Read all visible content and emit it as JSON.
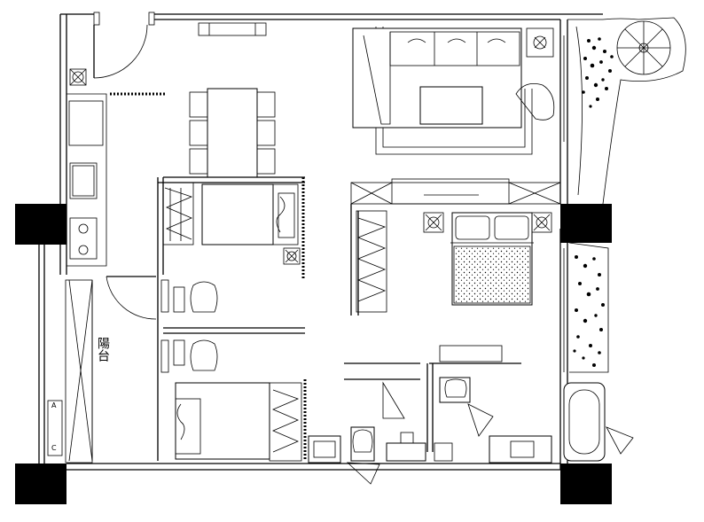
{
  "plan": {
    "labels": {
      "balcony": "陽台",
      "tag_a": "A",
      "tag_c": "C"
    }
  }
}
